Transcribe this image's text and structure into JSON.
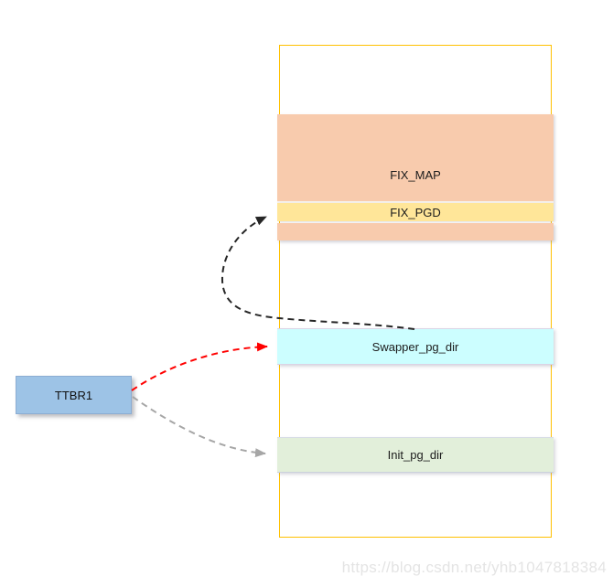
{
  "frame": {
    "border_color": "#FFC000"
  },
  "regions": {
    "fix_map": {
      "label": "FIX_MAP",
      "fill": "#F8CBAD"
    },
    "fix_pgd": {
      "label": "FIX_PGD",
      "fill": "#FFE699"
    },
    "fix_map_lower_strip": {
      "label": "",
      "fill": "#F8CBAD"
    },
    "swapper_pg_dir": {
      "label": "Swapper_pg_dir",
      "fill": "#CCFEFF"
    },
    "init_pg_dir": {
      "label": "Init_pg_dir",
      "fill": "#E2EFDA"
    }
  },
  "register": {
    "label": "TTBR1",
    "fill": "#9DC3E6"
  },
  "arrows": [
    {
      "name": "swapper-pg-dir-to-fix-pgd",
      "from": "swapper_pg_dir",
      "to": "fix_pgd",
      "color": "#262626",
      "style": "dashed"
    },
    {
      "name": "ttbr1-to-swapper-pg-dir",
      "from": "register",
      "to": "swapper_pg_dir",
      "color": "#FF0000",
      "style": "dashed"
    },
    {
      "name": "ttbr1-to-init-pg-dir",
      "from": "register",
      "to": "init_pg_dir",
      "color": "#A6A6A6",
      "style": "dashed"
    }
  ],
  "watermark": {
    "text": "https://blog.csdn.net/yhb1047818384"
  }
}
